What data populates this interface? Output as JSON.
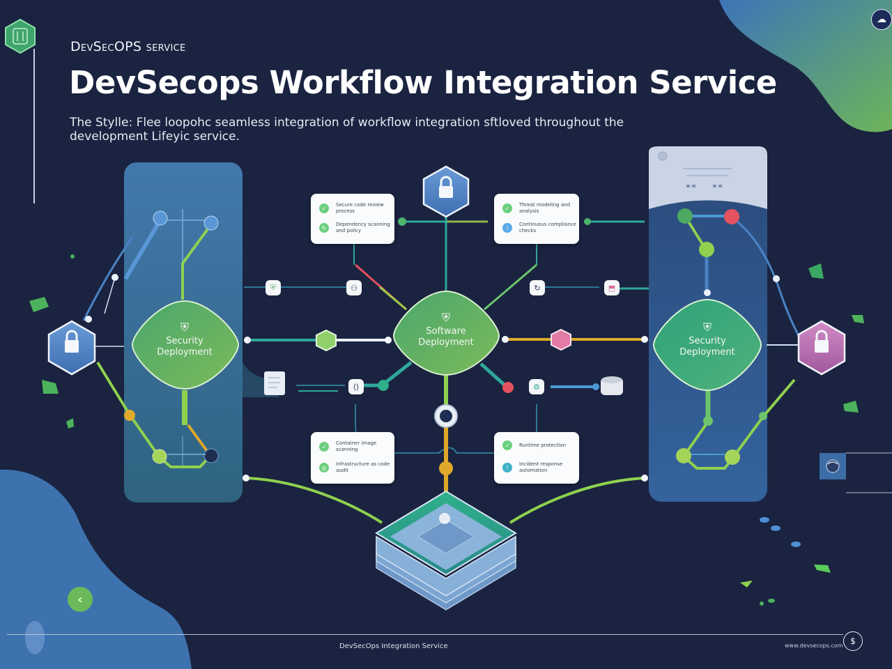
{
  "header": {
    "eyebrow": "DevSecOPS service",
    "title": "DevSecops Workflow Integration Service",
    "description": "The Stylle: Flee loopohc seamless integration of workflow integration sftloved throughout the development Lifeyic service."
  },
  "icons": {
    "logo": "shield-hexagon-icon",
    "top_badge": "cloud-hand-icon",
    "back": "chevron-left-icon",
    "footer": "dollar-circle-icon"
  },
  "hubs": [
    {
      "id": "left",
      "icon": "shield-check",
      "label_line1": "Security",
      "label_line2": "Deployment"
    },
    {
      "id": "center",
      "icon": "shield-check",
      "label_line1": "Software",
      "label_line2": "Deployment"
    },
    {
      "id": "right",
      "icon": "shield-check",
      "label_line1": "Security",
      "label_line2": "Deployment"
    }
  ],
  "cards": [
    {
      "id": "top-left",
      "rows": [
        {
          "text": "Secure code review process",
          "color": "#6ccf7e"
        },
        {
          "text": "Dependency scanning and policy",
          "color": "#6ccf7e"
        }
      ]
    },
    {
      "id": "top-right",
      "rows": [
        {
          "text": "Threat modeling and analysis",
          "color": "#6ccf7e"
        },
        {
          "text": "Continuous compliance checks",
          "color": "#5aa9e6"
        }
      ]
    },
    {
      "id": "bottom-left",
      "rows": [
        {
          "text": "Container image scanning",
          "color": "#6ccf7e"
        },
        {
          "text": "Infrastructure as code audit",
          "color": "#6ccf7e"
        }
      ]
    },
    {
      "id": "bottom-right",
      "rows": [
        {
          "text": "Runtime protection",
          "color": "#6ccf7e"
        },
        {
          "text": "Incident response automation",
          "color": "#3fb0c9"
        }
      ]
    }
  ],
  "footer": {
    "center_text": "DevSecOps Integration Service",
    "right_text": "www.devsecops.com"
  },
  "colors": {
    "background": "#1a2340",
    "green": "#5cb56e",
    "blue": "#4b82c4",
    "panel": "#3f7aa8",
    "yellow": "#e0a92a",
    "pink": "#d96fa0",
    "red": "#e5525f"
  }
}
